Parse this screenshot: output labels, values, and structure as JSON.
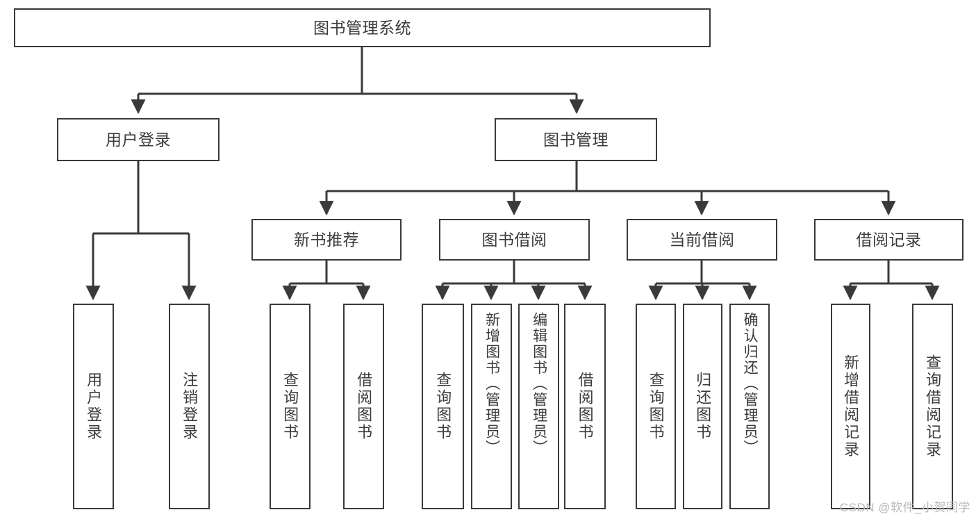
{
  "diagram": {
    "title": "图书管理系统",
    "type": "hierarchy-tree",
    "root": {
      "id": "root",
      "label": "图书管理系统"
    },
    "level2": [
      {
        "id": "user-login",
        "label": "用户登录"
      },
      {
        "id": "book-manage",
        "label": "图书管理"
      }
    ],
    "level3": [
      {
        "id": "new-book-recommend",
        "label": "新书推荐"
      },
      {
        "id": "book-borrow",
        "label": "图书借阅"
      },
      {
        "id": "current-borrow",
        "label": "当前借阅"
      },
      {
        "id": "borrow-record",
        "label": "借阅记录"
      }
    ],
    "leaves": {
      "user_login": [
        {
          "id": "leaf-user-login",
          "label": "用户登录"
        },
        {
          "id": "leaf-logout-login",
          "label": "注销登录"
        }
      ],
      "new_book_recommend": [
        {
          "id": "leaf-query-book-1",
          "label": "查询图书"
        },
        {
          "id": "leaf-borrow-book-1",
          "label": "借阅图书"
        }
      ],
      "book_borrow": [
        {
          "id": "leaf-query-book-2",
          "label": "查询图书"
        },
        {
          "id": "leaf-add-book",
          "label": "新增图书（管理员）"
        },
        {
          "id": "leaf-edit-book",
          "label": "编辑图书（管理员）"
        },
        {
          "id": "leaf-borrow-book-2",
          "label": "借阅图书"
        }
      ],
      "current_borrow": [
        {
          "id": "leaf-query-book-3",
          "label": "查询图书"
        },
        {
          "id": "leaf-return-book",
          "label": "归还图书"
        },
        {
          "id": "leaf-confirm-return",
          "label": "确认归还（管理员）"
        }
      ],
      "borrow_record": [
        {
          "id": "leaf-add-record",
          "label": "新增借阅记录"
        },
        {
          "id": "leaf-query-record",
          "label": "查询借阅记录"
        }
      ]
    }
  },
  "watermark": {
    "text": "CSDN @软件_小贺同学"
  },
  "colors": {
    "stroke": "#3a3a3a",
    "text": "#3b3b3b",
    "background": "#ffffff",
    "watermark": "#b9b9b9"
  }
}
